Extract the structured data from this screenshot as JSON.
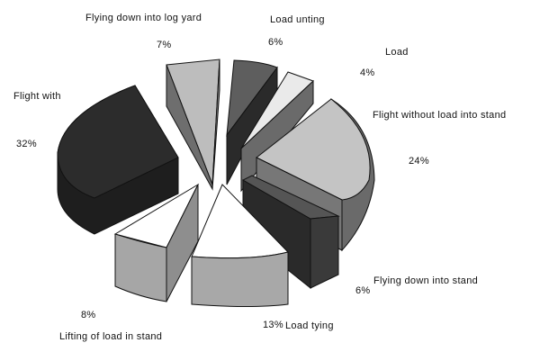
{
  "chart_data": {
    "type": "pie",
    "style": "3d-exploded",
    "title": "",
    "categories": [
      "Flying down into log yard",
      "Load unting",
      "Load",
      "Flight without load into stand",
      "Flying down into stand",
      "Load tying",
      "Lifting of load in stand",
      "Flight with"
    ],
    "values": [
      7,
      6,
      4,
      24,
      6,
      13,
      8,
      32
    ],
    "value_labels": [
      "7%",
      "6%",
      "4%",
      "24%",
      "6%",
      "13%",
      "8%",
      "32%"
    ],
    "legend": "none (labels placed around slices)"
  },
  "labels": {
    "log_yard": {
      "name": "Flying down into log yard",
      "pct": "7%"
    },
    "unting": {
      "name": "Load unting",
      "pct": "6%"
    },
    "load": {
      "name": "Load",
      "pct": "4%"
    },
    "flight_without": {
      "name": "Flight without load into stand",
      "pct": "24%"
    },
    "down_stand": {
      "name": "Flying down into stand",
      "pct": "6%"
    },
    "tying": {
      "name": "Load tying",
      "pct": "13%"
    },
    "lifting": {
      "name": "Lifting of load in stand",
      "pct": "8%"
    },
    "flight_with": {
      "name": "Flight with",
      "pct": "32%"
    }
  }
}
